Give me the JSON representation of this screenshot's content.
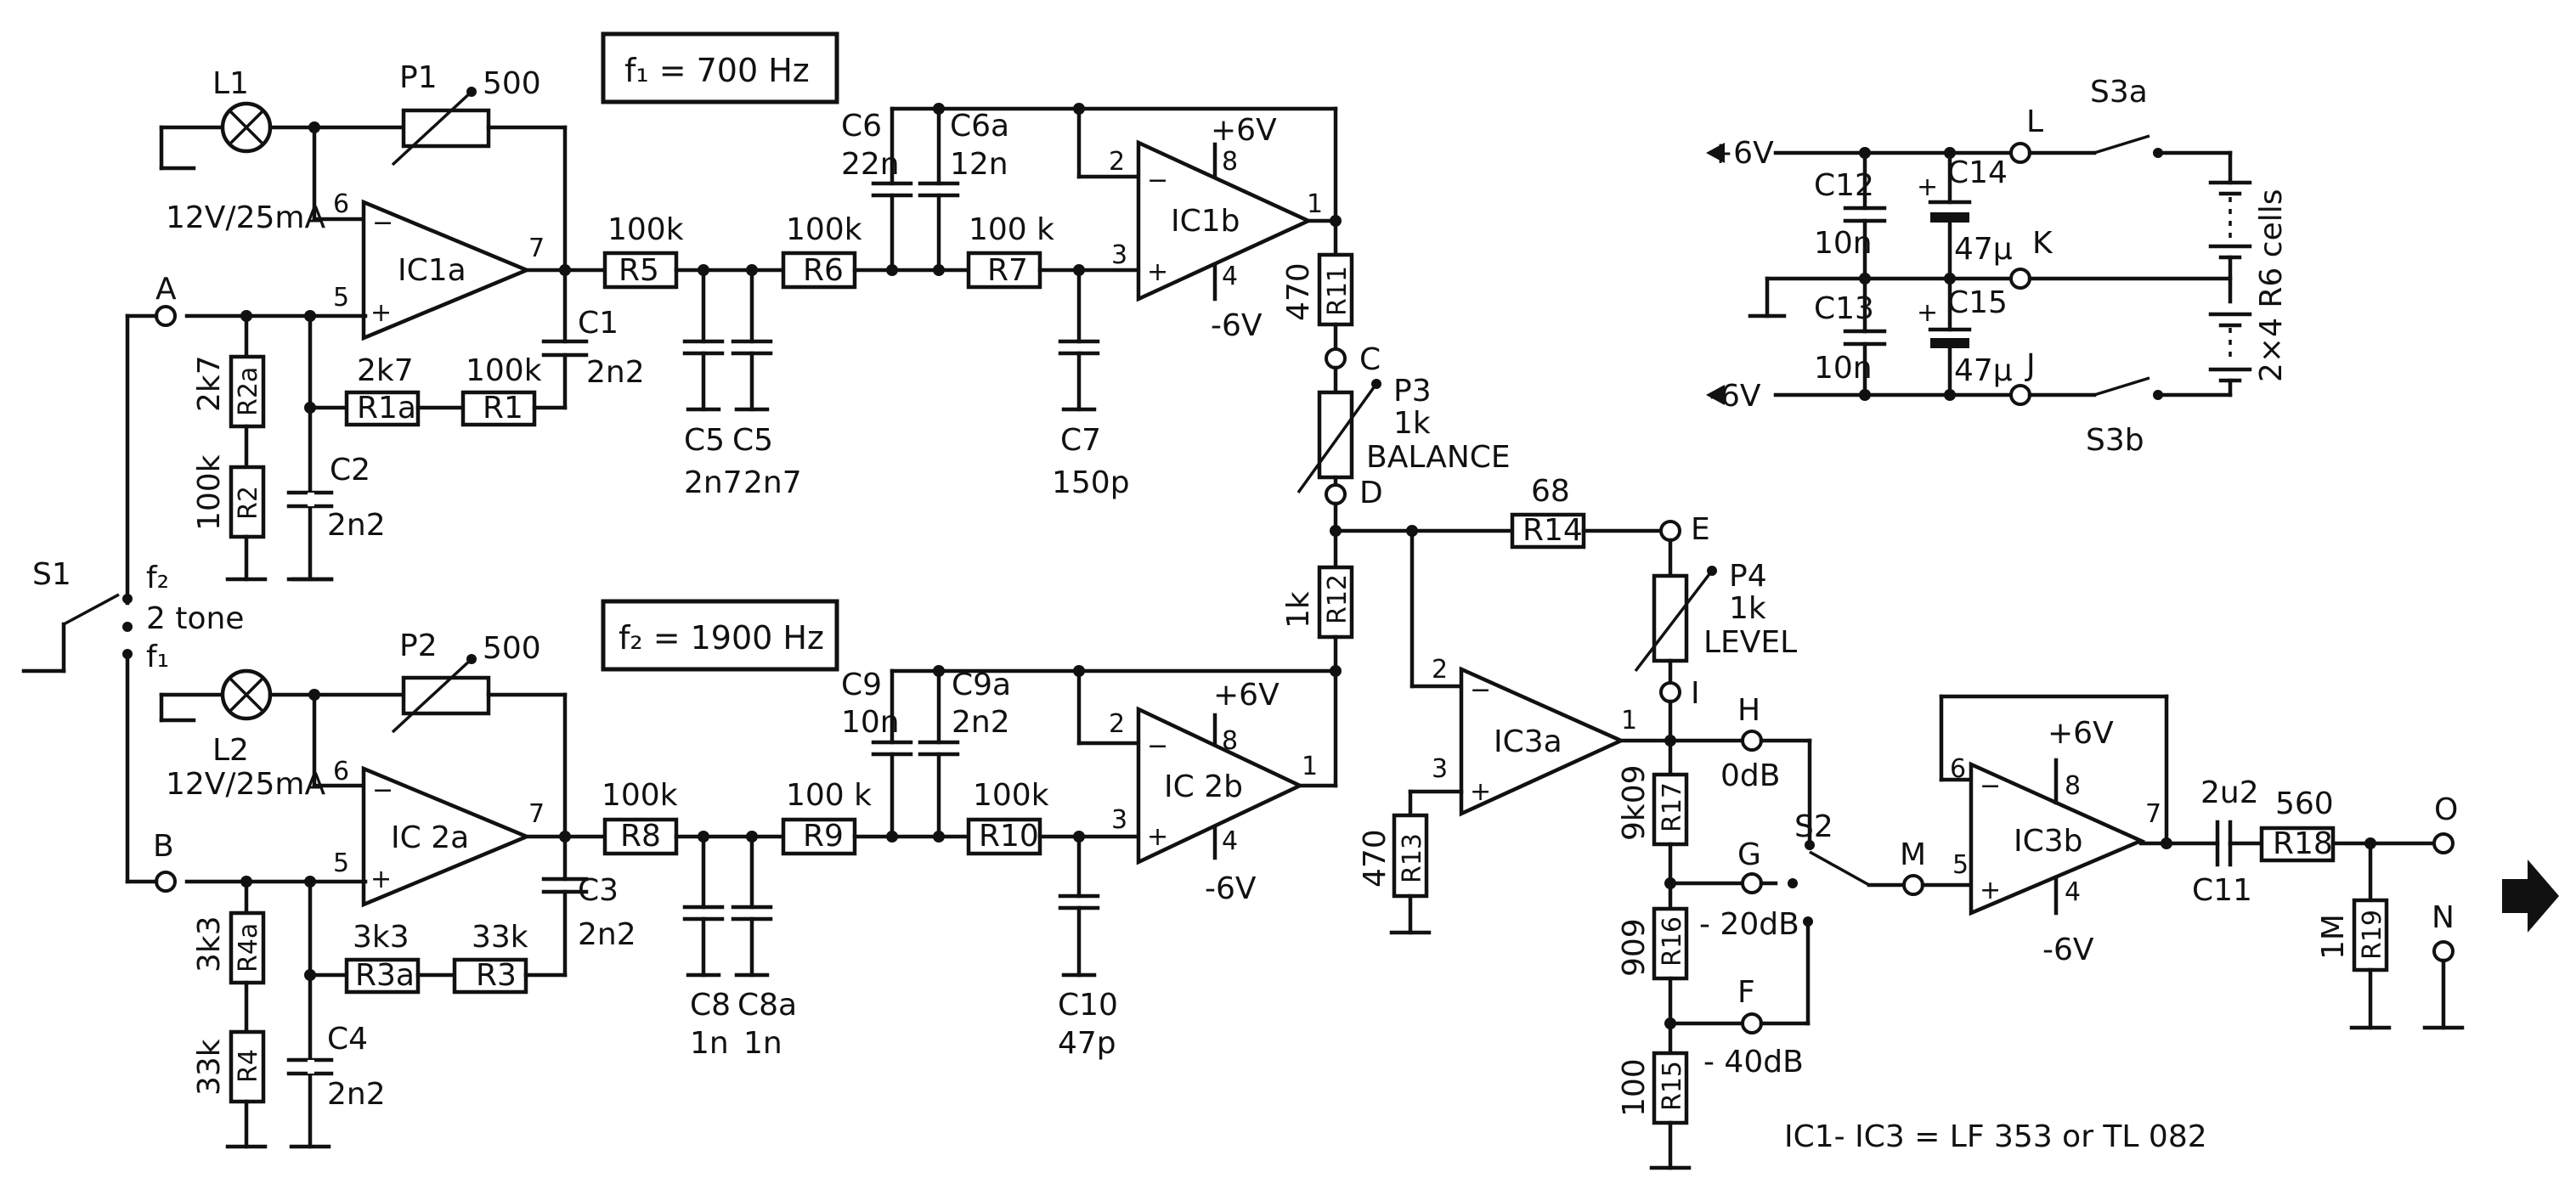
{
  "labels": {
    "f1_box": "f₁ = 700 Hz",
    "f2_box": "f₂ = 1900 Hz",
    "ic1a": "IC1a",
    "ic1b": "IC1b",
    "ic2a": "IC 2a",
    "ic2b": "IC 2b",
    "ic3a": "IC3a",
    "ic3b": "IC3b",
    "pin1": "1",
    "pin2": "2",
    "pin3": "3",
    "pin4": "4",
    "pin5": "5",
    "pin6": "6",
    "pin7": "7",
    "pin8": "8",
    "plus": "+",
    "minus": "−",
    "p1": "P1",
    "p1_val": "500",
    "p2": "P2",
    "p2_val": "500",
    "l1": "L1",
    "l1_val": "12V/25mA",
    "l2": "L2",
    "l2_val": "12V/25mA",
    "r1": "R1",
    "r1_val": "100k",
    "r1a": "R1a",
    "r1a_val": "2k7",
    "r2": "R2",
    "r2_val": "100k",
    "r2a": "R2a",
    "r2a_val": "2k7",
    "r3": "R3",
    "r3_val": "33k",
    "r3a": "R3a",
    "r3a_val": "3k3",
    "r4": "R4",
    "r4_val": "33k",
    "r4a": "R4a",
    "r4a_val": "3k3",
    "r5": "R5",
    "r5_val": "100k",
    "r6": "R6",
    "r6_val": "100k",
    "r7": "R7",
    "r7_val": "100 k",
    "r8": "R8",
    "r8_val": "100k",
    "r9": "R9",
    "r9_val": "100 k",
    "r10": "R10",
    "r10_val": "100k",
    "r11": "R11",
    "r11_val": "470",
    "r12": "R12",
    "r12_val": "1k",
    "r13": "R13",
    "r13_val": "470",
    "r14": "R14",
    "r14_val": "68",
    "r15": "R15",
    "r15_val": "100",
    "r16": "R16",
    "r16_val": "909",
    "r17": "R17",
    "r17_val": "9k09",
    "r18": "R18",
    "r18_val": "560",
    "r19": "R19",
    "r19_val": "1M",
    "c1": "C1",
    "c1_val": "2n2",
    "c2": "C2",
    "c2_val": "2n2",
    "c3": "C3",
    "c3_val": "2n2",
    "c4": "C4",
    "c4_val": "2n2",
    "c5": "C5",
    "c5_val": "2n7",
    "c6": "C6",
    "c6_val": "22n",
    "c6a": "C6a",
    "c6a_val": "12n",
    "c7": "C7",
    "c7_val": "150p",
    "c8": "C8",
    "c8_val": "1n",
    "c8a": "C8a",
    "c8a_val": "1n",
    "c9": "C9",
    "c9_val": "10n",
    "c9a": "C9a",
    "c9a_val": "2n2",
    "c10": "C10",
    "c10_val": "47p",
    "c11": "C11",
    "c11_val": "2u2",
    "c12": "C12",
    "c12_val": "10n",
    "c13": "C13",
    "c13_val": "10n",
    "c14": "C14",
    "c14_val": "47µ",
    "c15": "C15",
    "c15_val": "47µ",
    "p3": "P3",
    "p3_val": "1k",
    "p3_name": "BALANCE",
    "p4": "P4",
    "p4_val": "1k",
    "p4_name": "LEVEL",
    "pos6": "+6V",
    "neg6": "-6V",
    "pA": "A",
    "pB": "B",
    "pC": "C",
    "pD": "D",
    "pE": "E",
    "pF": "F",
    "pG": "G",
    "pH": "H",
    "pI": "I",
    "pJ": "J",
    "pK": "K",
    "pL": "L",
    "pM": "M",
    "pN": "N",
    "pO": "O",
    "s1": "S1",
    "s1_f2": "f₂",
    "s1_2tone": "2 tone",
    "s1_f1": "f₁",
    "s2": "S2",
    "s3a": "S3a",
    "s3b": "S3b",
    "db0": "0dB",
    "db20": "- 20dB",
    "db40": "- 40dB",
    "cells": "2×4 R6 cells",
    "footnote": "IC1- IC3 = LF 353  or  TL 082"
  }
}
